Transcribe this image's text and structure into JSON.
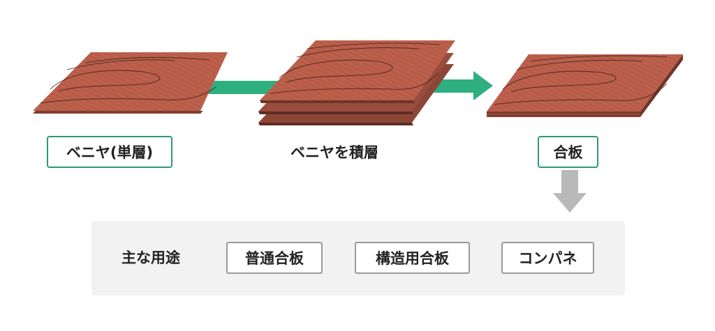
{
  "diagram": {
    "steps": [
      {
        "label": "ベニヤ(単層)"
      },
      {
        "label": "ベニヤを積層"
      },
      {
        "label": "合板"
      }
    ],
    "usage": {
      "heading": "主な用途",
      "items": [
        "普通合板",
        "構造用合板",
        "コンパネ"
      ]
    }
  },
  "colors": {
    "wood_top": "#b85c48",
    "wood_side": "#7e3d30",
    "wood_grain": "#3a1e16",
    "arrow_green": "#2eaf80",
    "arrow_gray": "#b9b9b9",
    "box_border_green": "#2a9a74",
    "tag_border_gray": "#9a9a9a",
    "panel_bg": "#f2f2f2"
  }
}
